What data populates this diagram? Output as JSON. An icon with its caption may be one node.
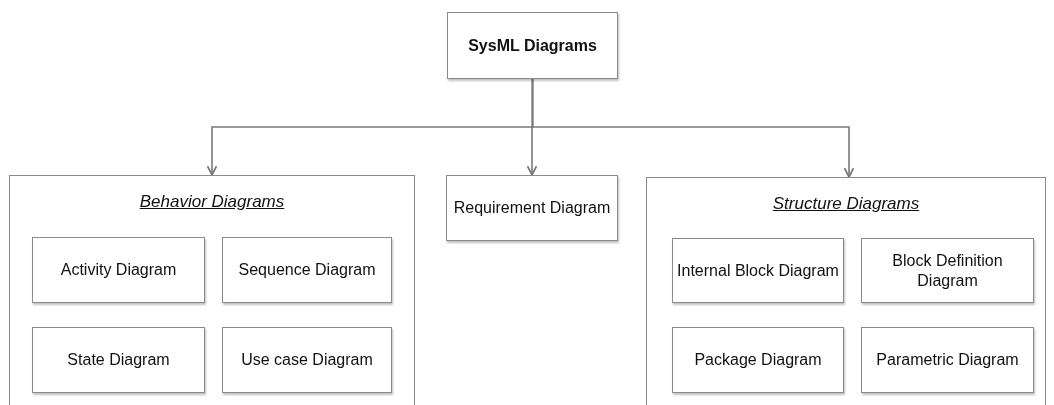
{
  "diagram": {
    "nodes": [
      {
        "text": [
          "SysML Diagrams"
        ]
      },
      {
        "text": [
          "Behavior Diagrams"
        ]
      },
      {
        "text": [
          "Activity Diagram"
        ],
        "in": 1
      },
      {
        "text": [
          "Sequence Diagram"
        ],
        "in": 1
      },
      {
        "text": [
          "State Diagram"
        ],
        "in": 1
      },
      {
        "text": [
          "Use case Diagram"
        ],
        "in": 1
      },
      {
        "text": [
          "Requirement Diagram"
        ]
      },
      {
        "text": [
          "Structure Diagrams"
        ]
      },
      {
        "text": [
          "Internal Block Diagram"
        ],
        "in": 7
      },
      {
        "text": [
          "Block Definition Diagram"
        ],
        "in": 7
      },
      {
        "text": [
          "Package Diagram"
        ],
        "in": 7
      },
      {
        "text": [
          "Parametric Diagram"
        ],
        "in": 7
      }
    ],
    "edges": [
      {
        "from": 0,
        "to": 1,
        "arrow": "to"
      },
      {
        "from": 0,
        "to": 6,
        "arrow": "to"
      },
      {
        "from": 0,
        "to": 7,
        "arrow": "to"
      }
    ]
  }
}
